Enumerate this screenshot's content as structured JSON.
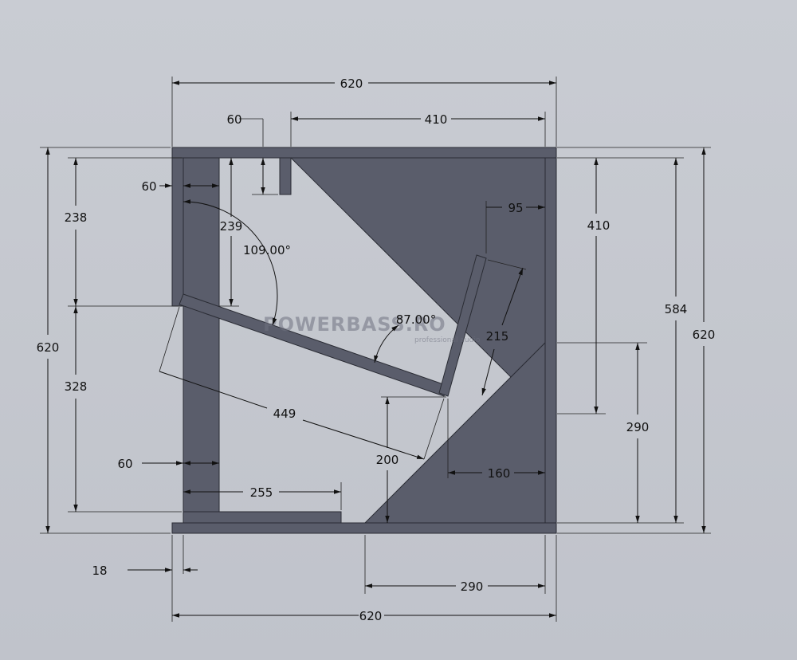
{
  "drawing": {
    "watermark": {
      "logo_text": "POWERBASS.RO",
      "tagline": "professional audio"
    },
    "dimensions": {
      "top_width": "620",
      "port_gap": "60",
      "port_wall_length": "410",
      "left_wall_thickness": "60",
      "upper_left_height": "238",
      "inner_drop": "239",
      "angle_upper": "109.00°",
      "angle_lower": "87.00°",
      "left_overall_height": "620",
      "lower_left_height": "328",
      "baffle_length": "449",
      "lower_left_thickness": "60",
      "bottom_panel_length": "255",
      "right_upper_offset": "95",
      "right_upper_height": "410",
      "right_inner_height": "584",
      "right_overall_height": "620",
      "angled_panel_length": "215",
      "right_lower_height": "290",
      "triangle_height": "200",
      "triangle_offset": "160",
      "material_thickness": "18",
      "bottom_triangle_width": "290",
      "bottom_width": "620"
    }
  }
}
